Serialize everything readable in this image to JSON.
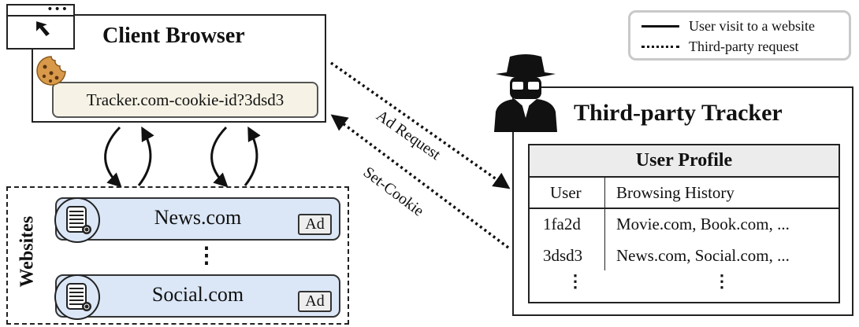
{
  "browser": {
    "title": "Client Browser",
    "cookie_text": "Tracker.com-cookie-id?3dsd3"
  },
  "legend": {
    "solid_label": "User visit to a website",
    "dotted_label": "Third-party request"
  },
  "tracker": {
    "title": "Third-party Tracker",
    "table": {
      "title": "User Profile",
      "columns": [
        "User",
        "Browsing History"
      ],
      "rows": [
        {
          "user": "1fa2d",
          "history": "Movie.com, Book.com, ..."
        },
        {
          "user": "3dsd3",
          "history": "News.com, Social.com, ..."
        }
      ],
      "continuation": "⋮"
    }
  },
  "arrows": {
    "ad_request": "Ad Request",
    "set_cookie": "Set-Cookie"
  },
  "websites": {
    "label": "Websites",
    "sites": [
      {
        "name": "News.com",
        "badge": "Ad"
      },
      {
        "name": "Social.com",
        "badge": "Ad"
      }
    ],
    "ellipsis": "⋮"
  },
  "icons": [
    "browser-window-icon",
    "cursor-icon",
    "cookie-icon",
    "spy-icon",
    "server-icon"
  ]
}
